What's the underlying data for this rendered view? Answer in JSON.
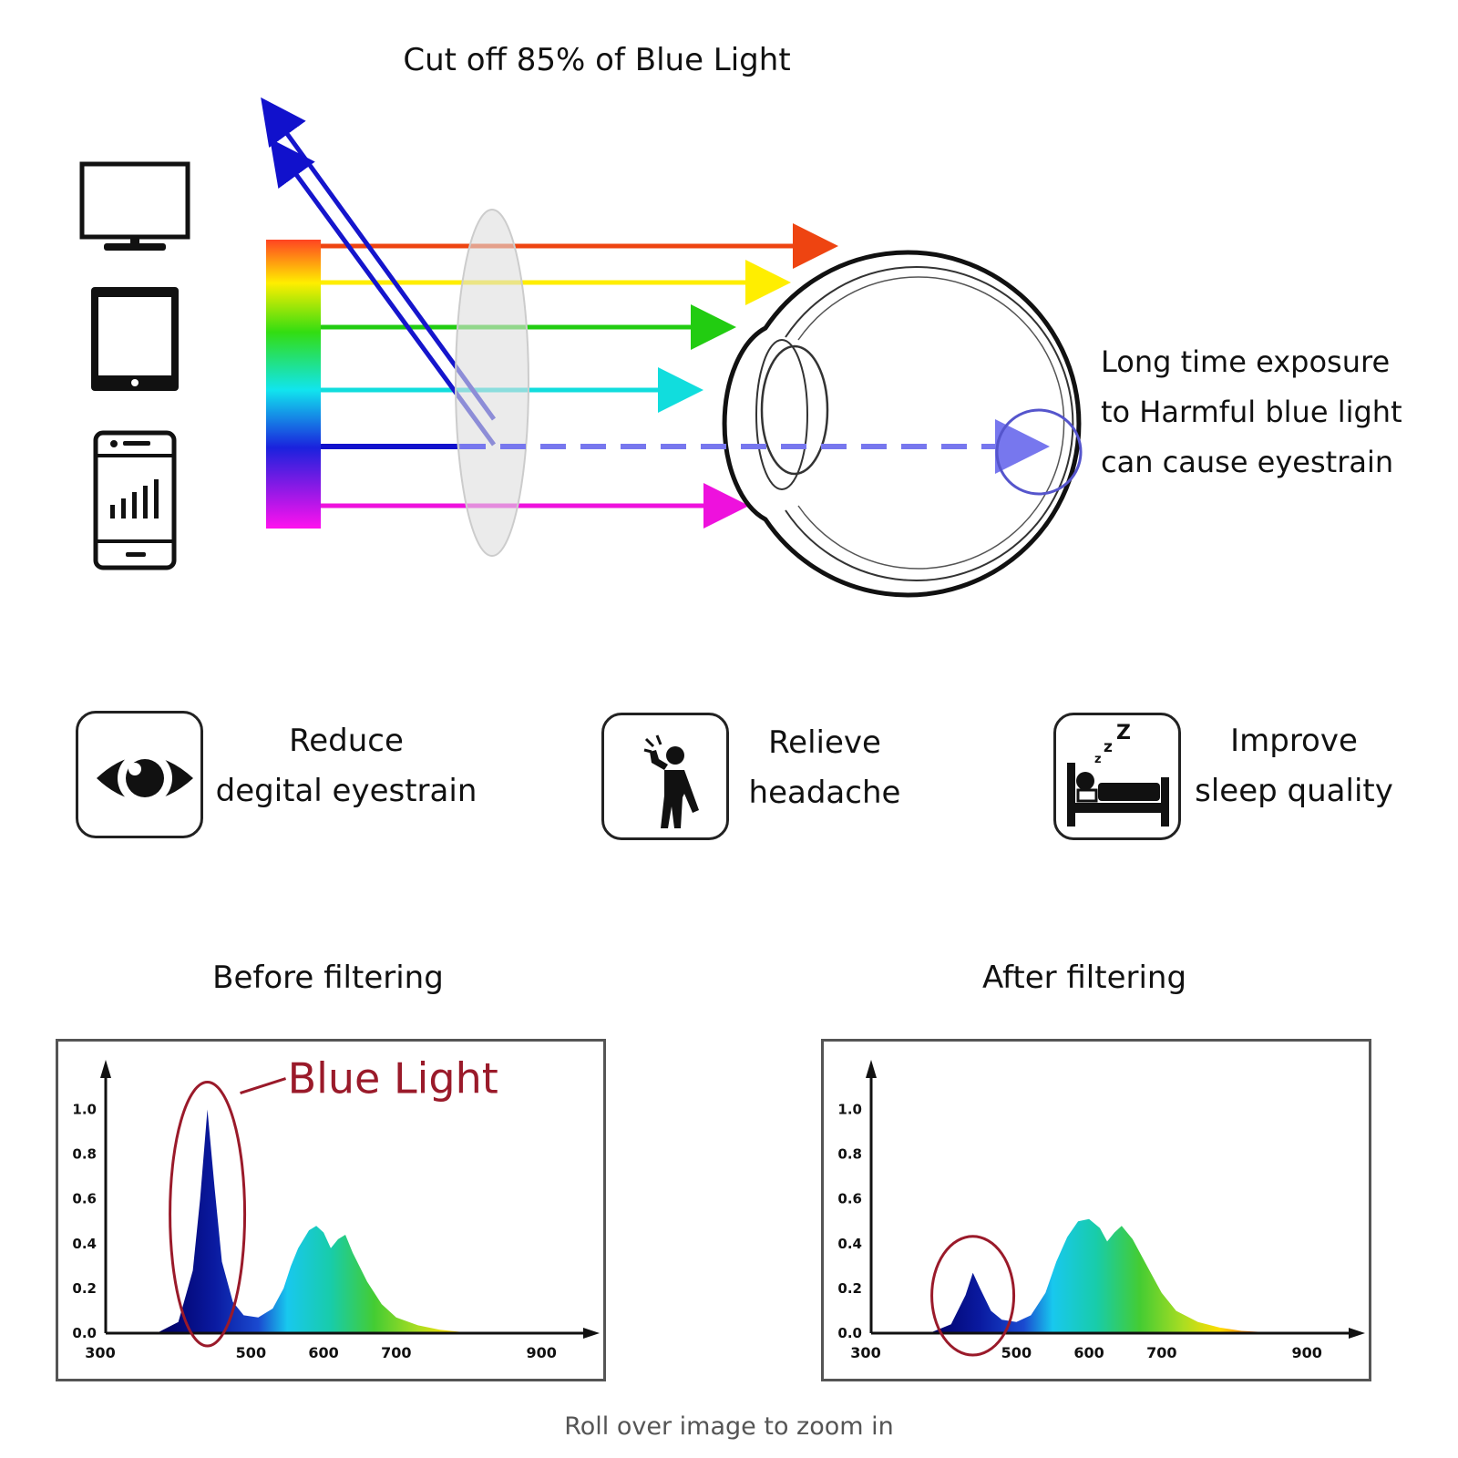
{
  "header": {
    "title": "Cut off 85% of Blue Light"
  },
  "exposure_note": {
    "lines": [
      "Long time exposure",
      "to Harmful blue light",
      "can cause eyestrain"
    ]
  },
  "benefits": [
    {
      "icon": "eye-icon",
      "line1": "Reduce",
      "line2": "degital eyestrain"
    },
    {
      "icon": "headache-person-icon",
      "line1": "Relieve",
      "line2": "headache"
    },
    {
      "icon": "sleeping-bed-icon",
      "line1": "Improve",
      "line2": "sleep quality"
    }
  ],
  "devices": [
    "monitor-icon",
    "tablet-icon",
    "smartphone-icon"
  ],
  "footer": {
    "text": "Roll over image to zoom in"
  },
  "chart_data": [
    {
      "type": "area",
      "title": "Before filtering",
      "annotation": "Blue Light",
      "x_ticks": [
        300,
        500,
        600,
        700,
        900
      ],
      "y_ticks": [
        "0.0",
        "0.2",
        "0.4",
        "0.6",
        "0.8",
        "1.0"
      ],
      "xlim": [
        300,
        950
      ],
      "ylim": [
        0,
        1.1
      ],
      "x": [
        370,
        400,
        420,
        430,
        440,
        450,
        460,
        475,
        490,
        510,
        530,
        545,
        555,
        565,
        580,
        590,
        600,
        610,
        620,
        630,
        640,
        660,
        680,
        700,
        730,
        760,
        790,
        830
      ],
      "y": [
        0,
        0.05,
        0.28,
        0.6,
        1.0,
        0.65,
        0.32,
        0.14,
        0.08,
        0.07,
        0.11,
        0.2,
        0.3,
        0.38,
        0.46,
        0.48,
        0.45,
        0.38,
        0.42,
        0.44,
        0.36,
        0.23,
        0.13,
        0.07,
        0.035,
        0.015,
        0.005,
        0
      ]
    },
    {
      "type": "area",
      "title": "After filtering",
      "x_ticks": [
        300,
        500,
        600,
        700,
        900
      ],
      "y_ticks": [
        "0.0",
        "0.2",
        "0.4",
        "0.6",
        "0.8",
        "1.0"
      ],
      "xlim": [
        300,
        950
      ],
      "ylim": [
        0,
        1.1
      ],
      "x": [
        380,
        410,
        430,
        440,
        450,
        465,
        480,
        500,
        520,
        540,
        555,
        570,
        585,
        600,
        615,
        625,
        635,
        645,
        660,
        680,
        700,
        720,
        750,
        780,
        810,
        850,
        880
      ],
      "y": [
        0,
        0.04,
        0.17,
        0.27,
        0.2,
        0.1,
        0.06,
        0.05,
        0.08,
        0.18,
        0.32,
        0.43,
        0.5,
        0.51,
        0.47,
        0.41,
        0.45,
        0.48,
        0.42,
        0.3,
        0.18,
        0.1,
        0.05,
        0.025,
        0.01,
        0.003,
        0
      ]
    }
  ]
}
